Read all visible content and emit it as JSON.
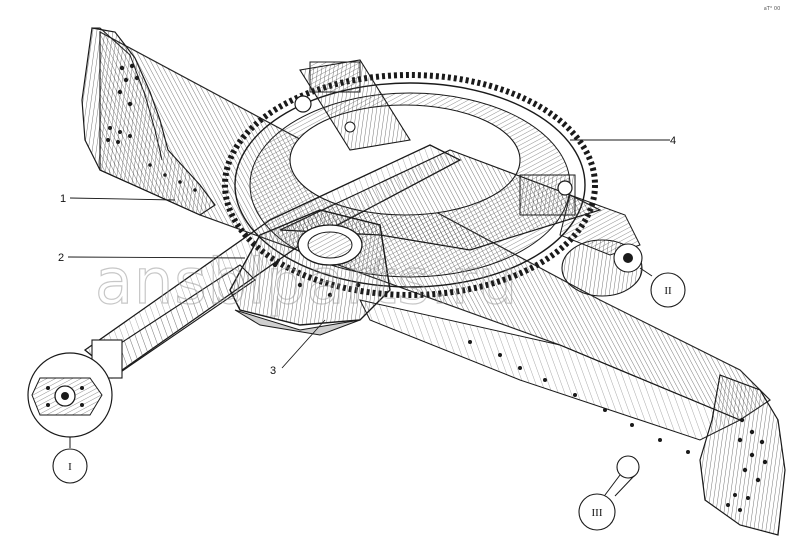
{
  "figure": {
    "callouts": [
      "1",
      "2",
      "3",
      "4"
    ],
    "detail_markers": [
      "I",
      "II",
      "III"
    ],
    "watermark": "ansblparts.ru",
    "corner_note": "аТ° 00"
  },
  "colors": {
    "ink": "#1a1a1a",
    "hatch": "#3a3a3a",
    "watermark": "#9a9a9a"
  }
}
